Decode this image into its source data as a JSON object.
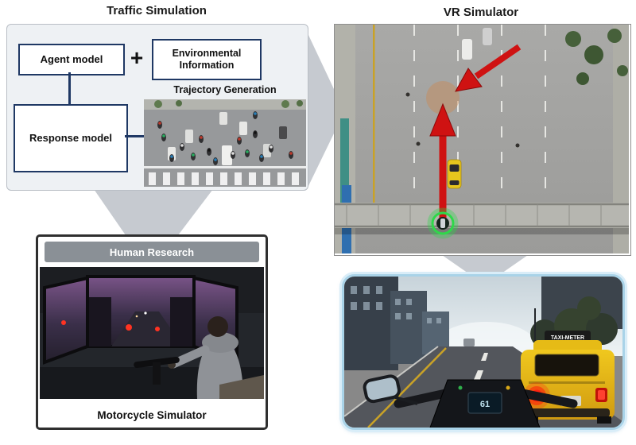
{
  "titles": {
    "traffic_simulation": "Traffic Simulation",
    "vr_simulator": "VR Simulator"
  },
  "traffic_panel": {
    "agent_model_label": "Agent model",
    "plus_sign": "+",
    "environmental_information_label": "Environmental Information",
    "trajectory_generation_label": "Trajectory Generation",
    "response_model_label": "Response model"
  },
  "human_research_panel": {
    "header_label": "Human Research",
    "caption_label": "Motorcycle Simulator"
  },
  "vr_pov": {
    "taxi_roof_sign": "TAXI-METER",
    "speedometer_value": "61"
  },
  "colors": {
    "box_border_navy": "#1f3864",
    "connector_gray": "#c6cad0",
    "arrow_red": "#d01010",
    "rider_marker_green": "#2fd84a",
    "taxi_yellow": "#e8b818",
    "pov_frame_blue": "#a9d3e8",
    "header_gray": "#8a9096"
  }
}
